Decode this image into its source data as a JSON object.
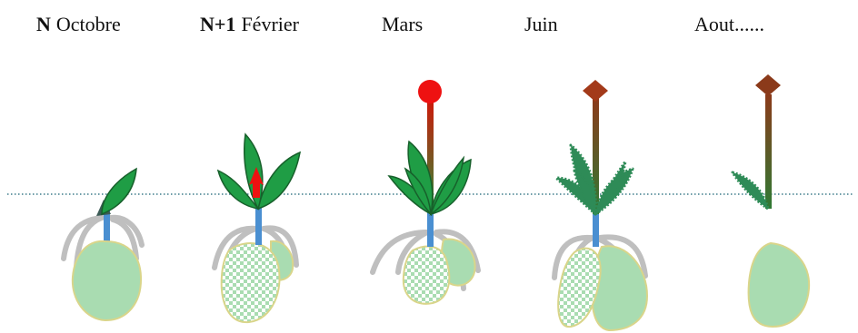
{
  "stages": [
    {
      "strong": "N",
      "label": "Octobre"
    },
    {
      "strong": "N+1",
      "label": "Février"
    },
    {
      "strong": "",
      "label": "Mars"
    },
    {
      "strong": "",
      "label": "Juin"
    },
    {
      "strong": "",
      "label": "Aout......"
    }
  ],
  "colors": {
    "leaf": "#1f9d45",
    "leaf_stroke": "#17602b",
    "root": "#bfbfbf",
    "bulb_fill": "#a9dcb1",
    "bulb_stroke": "#d9d58a",
    "stem_blue": "#4a8fd1",
    "flower_red": "#ee1111",
    "seed_head": "#a33a1a",
    "ground_line": "#3f7d8c"
  }
}
